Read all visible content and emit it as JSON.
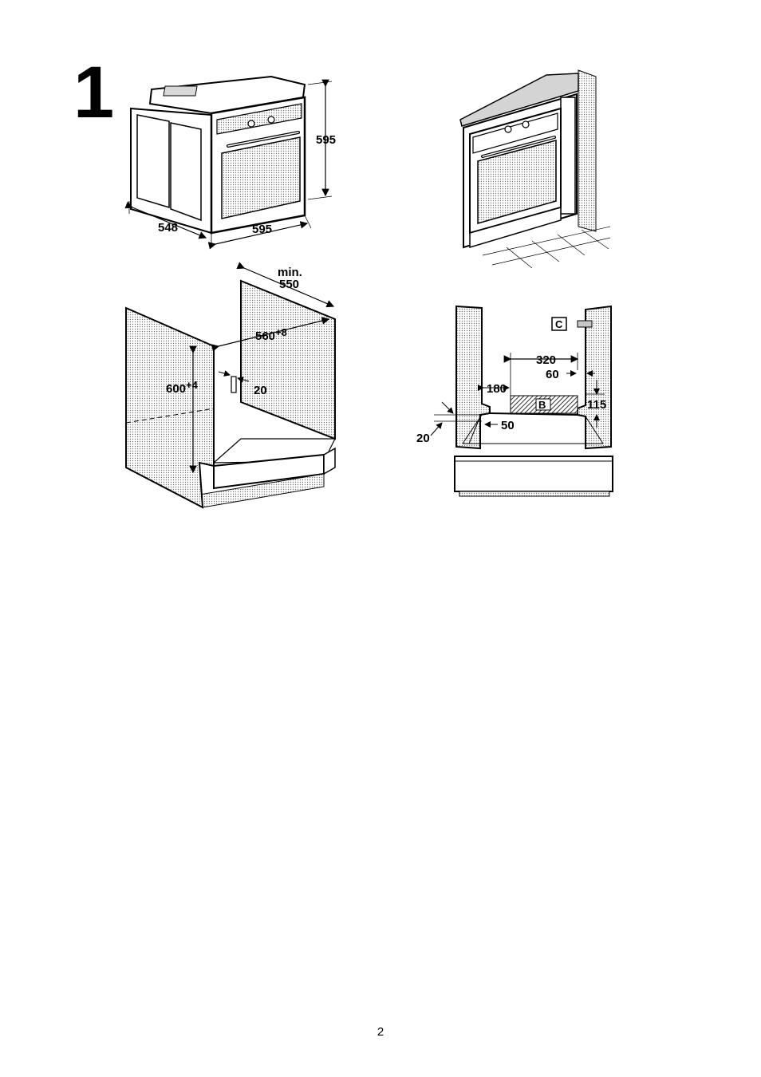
{
  "figure_number": "1",
  "page_number": "2",
  "oven_dimensions": {
    "height": "595",
    "width": "595",
    "depth": "548"
  },
  "cabinet_dimensions": {
    "min_label": "min.",
    "min_depth": "550",
    "width": "560",
    "width_tolerance": "+8",
    "height": "600",
    "height_tolerance": "+4",
    "back_gap": "20"
  },
  "cabinet_cutout_dimensions": {
    "cutout_width": "320",
    "side_offset": "60",
    "left_offset": "180",
    "height": "115",
    "floor_gap": "50",
    "front_gap": "20"
  },
  "labels": {
    "area_b": "B",
    "bracket_c": "C"
  }
}
